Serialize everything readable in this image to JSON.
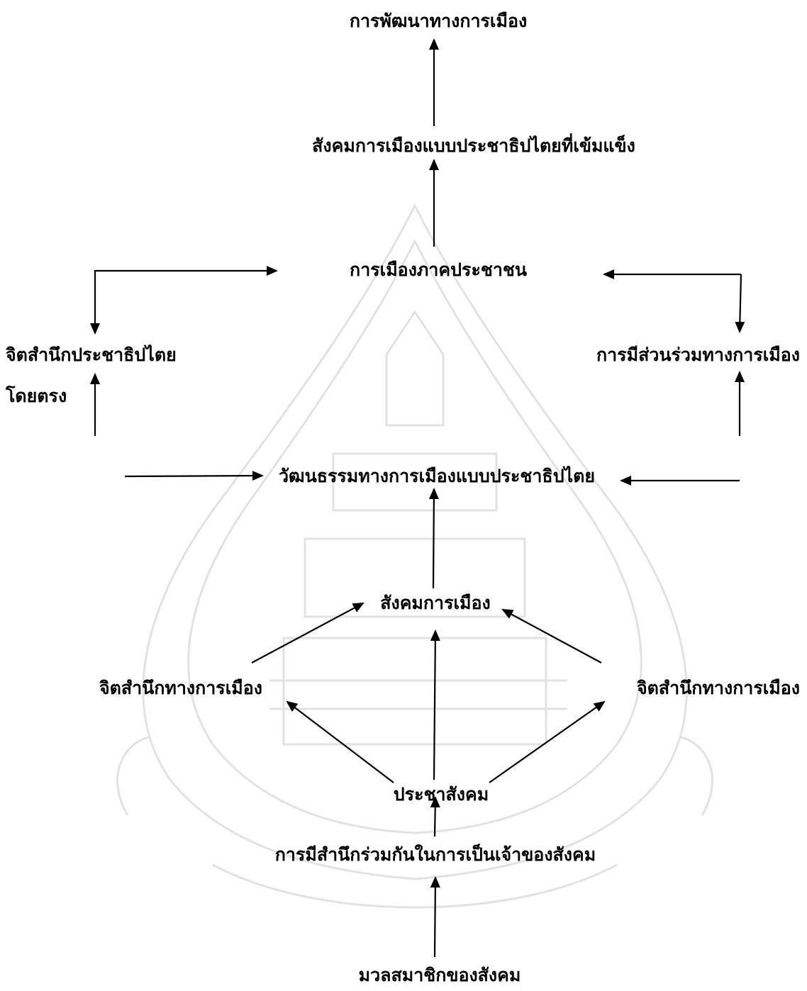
{
  "nodes": {
    "political_development": "การพัฒนาทางการเมือง",
    "strong_democratic_society": "สังคมการเมืองแบบประชาธิปไตยที่เข้มแข็ง",
    "people_politics": "การเมืองภาคประชาชน",
    "democratic_consciousness": "จิตสำนึกประชาธิปไตย",
    "direct": "โดยตรง",
    "political_participation": "การมีส่วนร่วมทางการเมือง",
    "democratic_political_culture": "วัฒนธรรมทางการเมืองแบบประชาธิปไตย",
    "political_society": "สังคมการเมือง",
    "political_consciousness_left": "จิตสำนึกทางการเมือง",
    "political_consciousness_right": "จิตสำนึกทางการเมือง",
    "civil_society": "ประชาสังคม",
    "shared_ownership": "การมีสำนึกร่วมกันในการเป็นเจ้าของสังคม",
    "members_of_society": "มวลสมาชิกของสังคม"
  },
  "colors": {
    "text": "#000000",
    "arrow": "#000000",
    "watermark": "#cfcfcf"
  }
}
